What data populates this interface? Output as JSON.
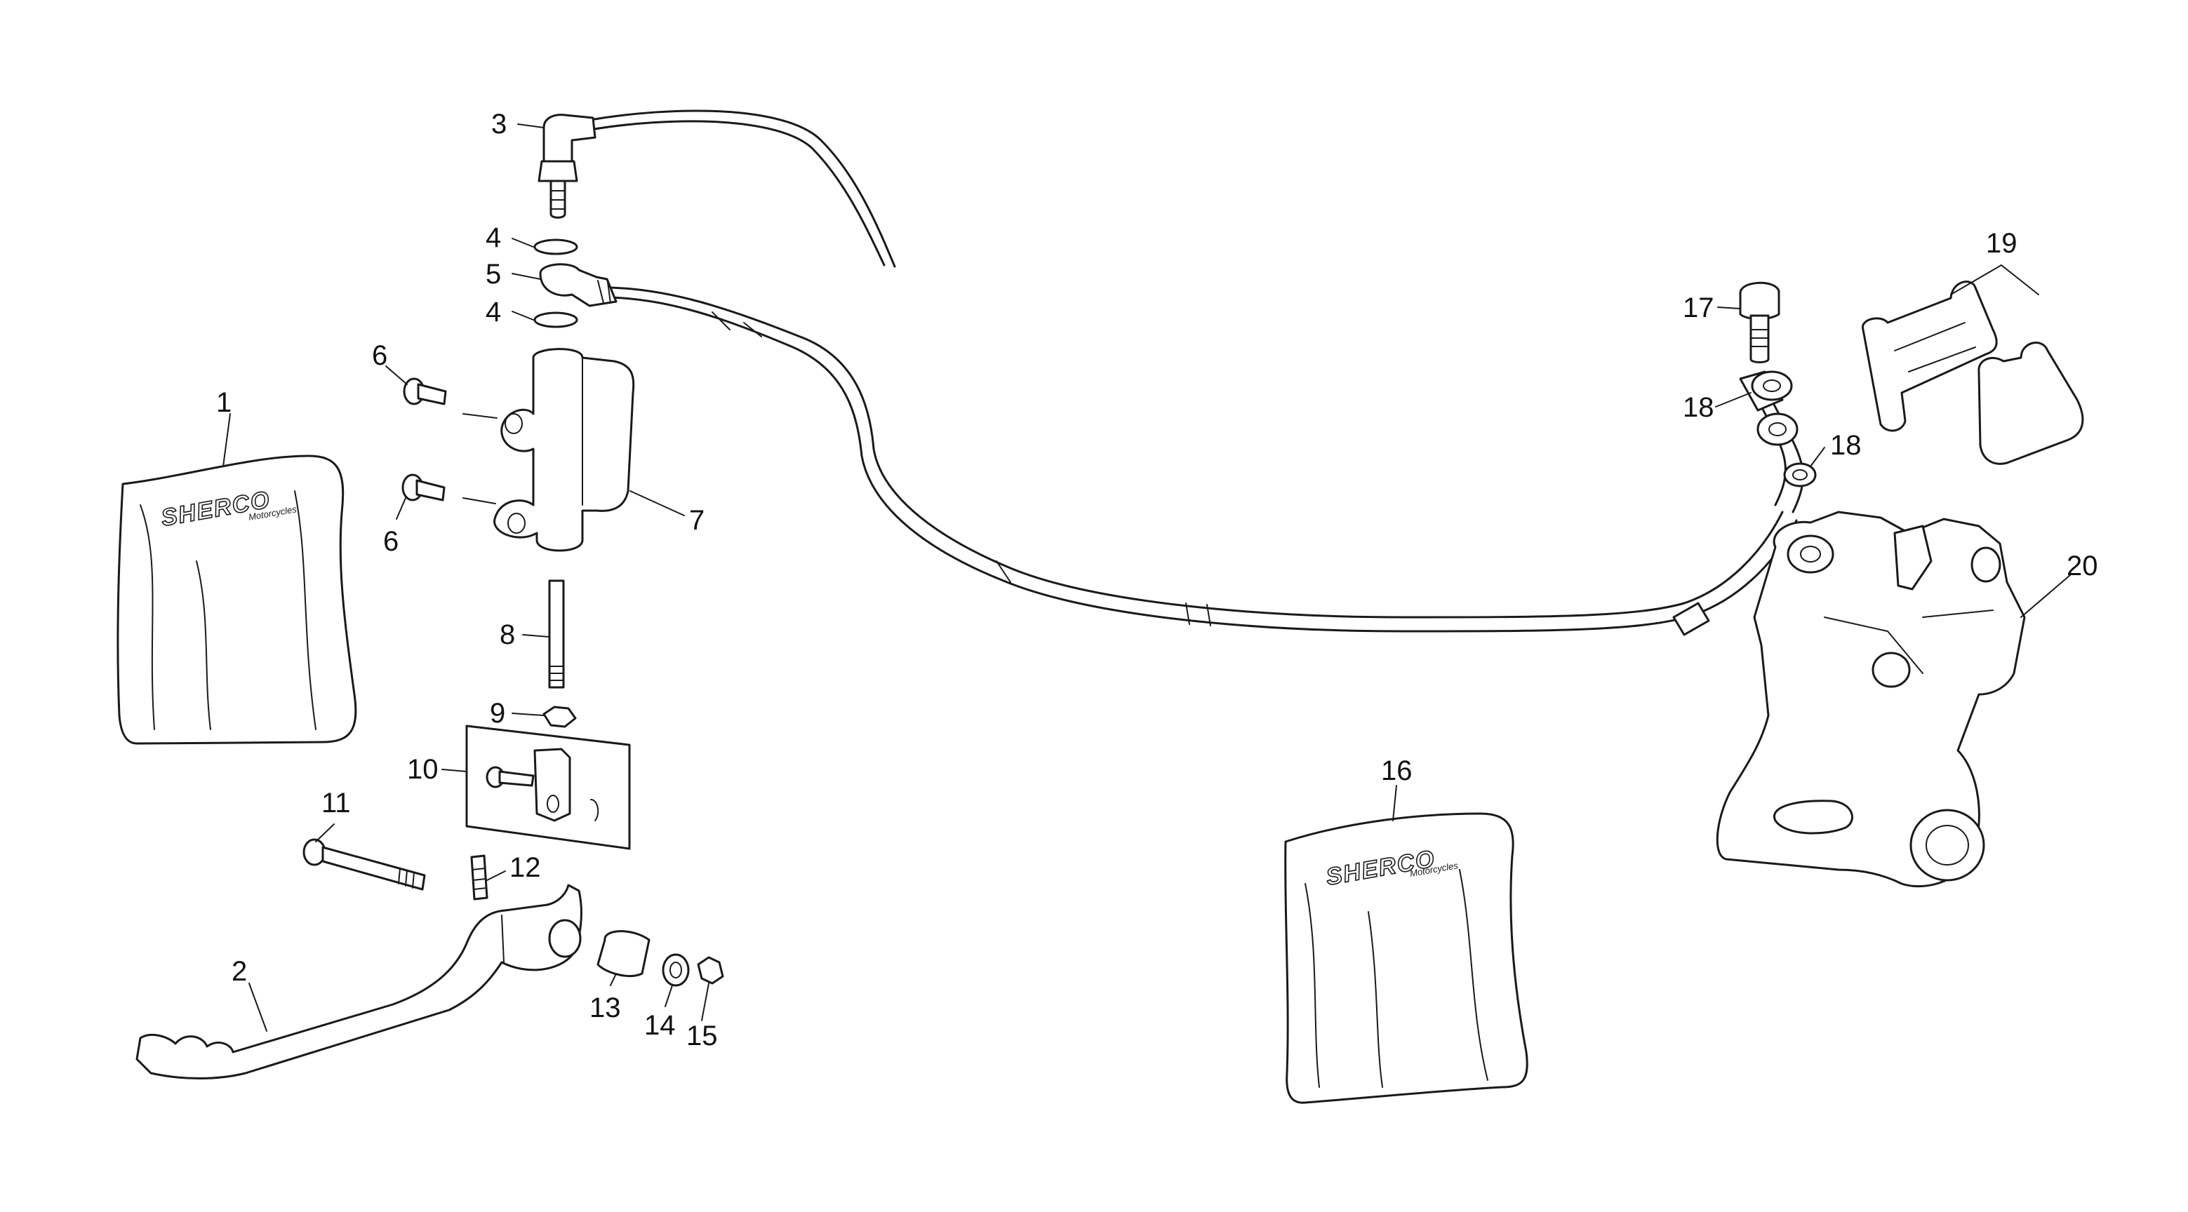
{
  "callouts": {
    "c1": "1",
    "c2": "2",
    "c3": "3",
    "c4a": "4",
    "c4b": "4",
    "c5": "5",
    "c6a": "6",
    "c6b": "6",
    "c7": "7",
    "c8": "8",
    "c9": "9",
    "c10": "10",
    "c11": "11",
    "c12": "12",
    "c13": "13",
    "c14": "14",
    "c15": "15",
    "c16": "16",
    "c17": "17",
    "c18a": "18",
    "c18b": "18",
    "c19": "19",
    "c20": "20"
  },
  "bags": {
    "brand": "SHERCO",
    "sub": "Motorcycles"
  }
}
